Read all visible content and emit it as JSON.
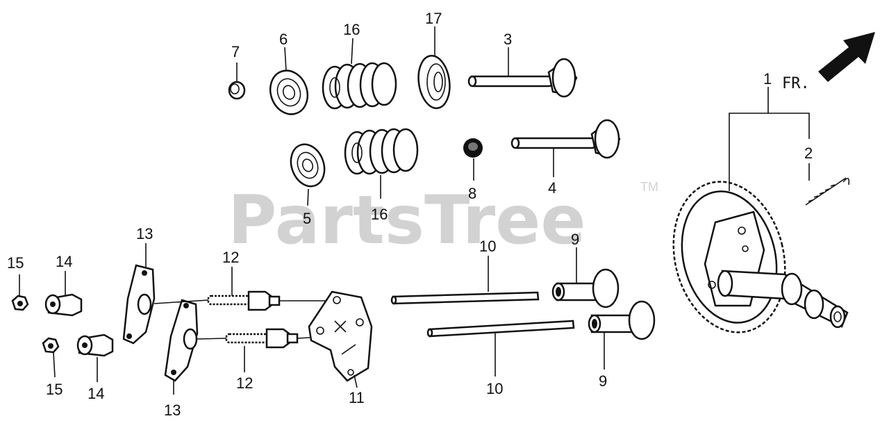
{
  "watermark": {
    "text": "PartsTree",
    "trademark": "TM"
  },
  "front_indicator": {
    "text": "FR."
  },
  "callouts": [
    {
      "id": "c1",
      "text": "1"
    },
    {
      "id": "c2",
      "text": "2"
    },
    {
      "id": "c3",
      "text": "3"
    },
    {
      "id": "c4",
      "text": "4"
    },
    {
      "id": "c5",
      "text": "5"
    },
    {
      "id": "c6",
      "text": "6"
    },
    {
      "id": "c7",
      "text": "7"
    },
    {
      "id": "c8",
      "text": "8"
    },
    {
      "id": "c9a",
      "text": "9"
    },
    {
      "id": "c9b",
      "text": "9"
    },
    {
      "id": "c10a",
      "text": "10"
    },
    {
      "id": "c10b",
      "text": "10"
    },
    {
      "id": "c11",
      "text": "11"
    },
    {
      "id": "c12a",
      "text": "12"
    },
    {
      "id": "c12b",
      "text": "12"
    },
    {
      "id": "c13a",
      "text": "13"
    },
    {
      "id": "c13b",
      "text": "13"
    },
    {
      "id": "c14a",
      "text": "14"
    },
    {
      "id": "c14b",
      "text": "14"
    },
    {
      "id": "c15a",
      "text": "15"
    },
    {
      "id": "c15b",
      "text": "15"
    },
    {
      "id": "c16a",
      "text": "16"
    },
    {
      "id": "c16b",
      "text": "16"
    },
    {
      "id": "c17",
      "text": "17"
    }
  ]
}
